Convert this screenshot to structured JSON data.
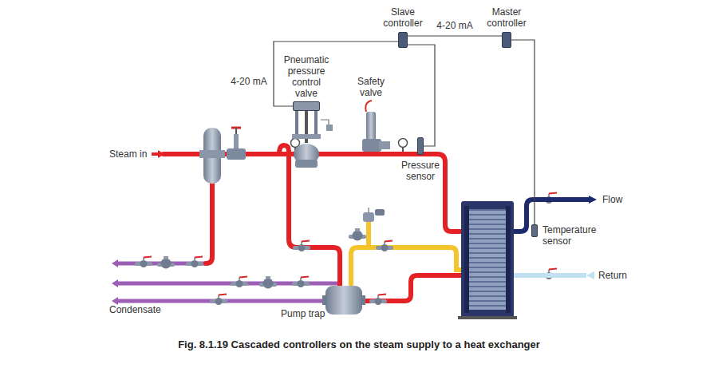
{
  "diagram": {
    "caption": "Fig. 8.1.19 Cascaded controllers on the steam supply to a heat exchanger",
    "nodes": [
      {
        "text": [
          "Slave controller"
        ]
      },
      {
        "text": [
          "Master controller"
        ]
      },
      {
        "text": [
          "Pneumatic pressure control valve"
        ]
      },
      {
        "text": [
          "Pressure sensor"
        ]
      },
      {
        "text": [
          "Temperature sensor"
        ]
      }
    ],
    "edges": [
      {
        "from": 1,
        "to": 0,
        "arrow": "none",
        "label": "4-20 mA"
      },
      {
        "from": 0,
        "to": 2,
        "arrow": "none",
        "label": "4-20 mA"
      },
      {
        "from": 0,
        "to": 3,
        "arrow": "none"
      },
      {
        "from": 1,
        "to": 4,
        "arrow": "none"
      }
    ],
    "labels": [
      "Steam in",
      "Safety valve",
      "Flow",
      "Return",
      "Condensate",
      "Pump trap"
    ]
  }
}
